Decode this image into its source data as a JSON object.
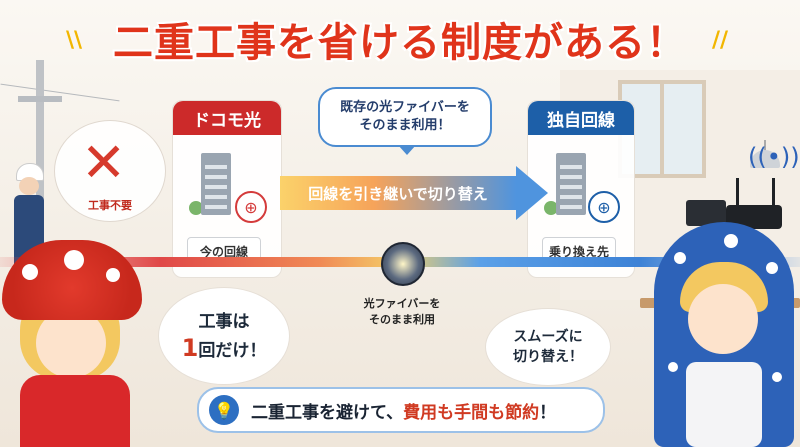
{
  "title": "二重工事を省ける制度がある！",
  "docomo_card": {
    "header": "ドコモ光",
    "label": "今の回線"
  },
  "own_card": {
    "header": "独自回線",
    "label": "乗り換え先"
  },
  "reuse_bubble": {
    "line1": "既存の光ファイバーを",
    "line2": "そのまま利用！"
  },
  "arrow_text": "回線を引き継いで切り替え",
  "no_work_label": "工事不要",
  "fiber_note": {
    "line1": "光ファイバーを",
    "line2": "そのまま利用"
  },
  "left_speech": {
    "line1": "工事は",
    "big": "1",
    "line2": "回だけ！"
  },
  "right_speech": {
    "line1": "スムーズに",
    "line2": "切り替え！"
  },
  "bottom": {
    "part1": "二重工事を避けて、",
    "highlight": "費用も手間も節約",
    "part2": "！"
  },
  "colors": {
    "title": "#e0341b",
    "docomo": "#cc2a2a",
    "own": "#1d5fa8",
    "accent_blue": "#4a8bd1"
  },
  "icons": [
    "globe-icon",
    "building-icon",
    "lightbulb-icon",
    "cross-icon",
    "wifi-icon",
    "fiber-connector-icon"
  ]
}
